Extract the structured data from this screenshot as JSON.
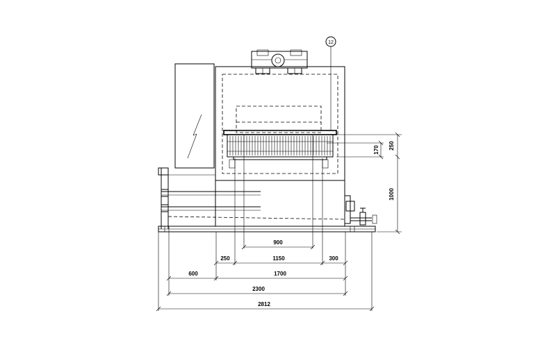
{
  "drawing": {
    "callout": "12",
    "dimensions": {
      "d_900": "900",
      "d_250_bottom": "250",
      "d_1150": "1150",
      "d_300": "300",
      "d_600": "600",
      "d_1700": "1700",
      "d_2300": "2300",
      "d_2812": "2812",
      "d_170": "170",
      "d_250_right": "250",
      "d_1000": "1000"
    }
  }
}
